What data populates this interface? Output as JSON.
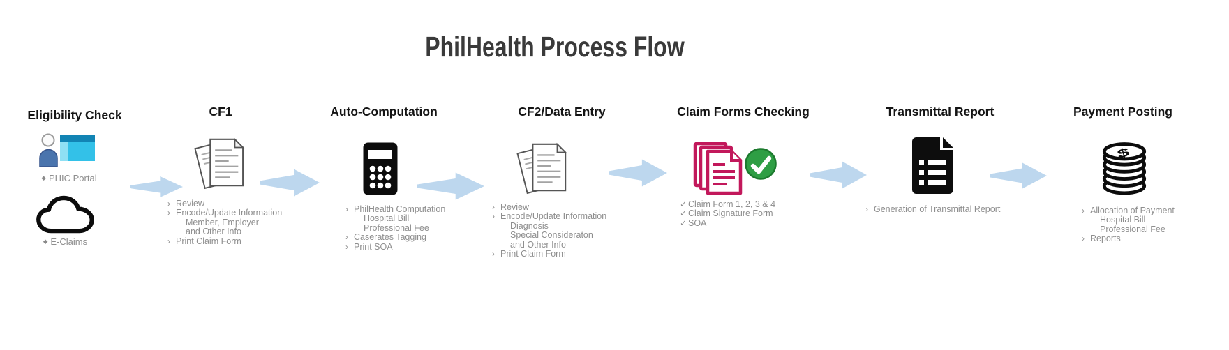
{
  "title": "PhilHealth Process Flow",
  "colors": {
    "arrow_blue": "#BDD7EE",
    "claim_form_pink": "#C2185B",
    "check_green": "#2E9E44",
    "person_blue": "#4A74AD",
    "browser_cyan": "#33C1E8",
    "browser_bar_blue": "#1284B4",
    "list_text_gray": "#8E8E8E",
    "heading_black": "#141414",
    "title_gray": "#3A3A3A"
  },
  "stages": [
    {
      "heading": "Eligibility Check",
      "icons": [
        "phic-portal-icon",
        "e-claims-cloud-icon"
      ],
      "items": [
        {
          "marker": "◆",
          "text": "PHIC Portal"
        },
        {
          "marker": "◆",
          "text": "E-Claims"
        }
      ]
    },
    {
      "heading": "CF1",
      "icons": [
        "documents-icon"
      ],
      "items": [
        {
          "marker": "›",
          "text": "Review"
        },
        {
          "marker": "›",
          "text": "Encode/Update Information"
        },
        {
          "marker": "",
          "text": "Member, Employer"
        },
        {
          "marker": "",
          "text": "and Other Info"
        },
        {
          "marker": "›",
          "text": "Print Claim Form"
        }
      ]
    },
    {
      "heading": "Auto-Computation",
      "icons": [
        "calculator-icon"
      ],
      "items": [
        {
          "marker": "›",
          "text": "PhilHealth Computation"
        },
        {
          "marker": "",
          "text": "Hospital Bill"
        },
        {
          "marker": "",
          "text": "Professional Fee"
        },
        {
          "marker": "›",
          "text": "Caserates Tagging"
        },
        {
          "marker": "›",
          "text": "Print SOA"
        }
      ]
    },
    {
      "heading": "CF2/Data Entry",
      "icons": [
        "documents-icon"
      ],
      "items": [
        {
          "marker": "›",
          "text": "Review"
        },
        {
          "marker": "›",
          "text": "Encode/Update Information"
        },
        {
          "marker": "",
          "text": "Diagnosis"
        },
        {
          "marker": "",
          "text": "Special Consideraton"
        },
        {
          "marker": "",
          "text": "and Other Info"
        },
        {
          "marker": "›",
          "text": "Print Claim Form"
        }
      ]
    },
    {
      "heading": "Claim Forms Checking",
      "icons": [
        "claim-forms-stack-icon",
        "check-badge-icon"
      ],
      "items": [
        {
          "marker": "✓",
          "text": "Claim Form 1, 2, 3 & 4"
        },
        {
          "marker": "✓",
          "text": "Claim Signature Form"
        },
        {
          "marker": "✓",
          "text": "SOA"
        }
      ]
    },
    {
      "heading": "Transmittal Report",
      "icons": [
        "transmittal-report-icon"
      ],
      "items": [
        {
          "marker": "›",
          "text": "Generation of Transmittal Report"
        }
      ]
    },
    {
      "heading": "Payment Posting",
      "icons": [
        "coin-stack-icon"
      ],
      "items": [
        {
          "marker": "›",
          "text": "Allocation of Payment"
        },
        {
          "marker": "",
          "text": "Hospital Bill"
        },
        {
          "marker": "",
          "text": "Professional Fee"
        },
        {
          "marker": "›",
          "text": "Reports"
        }
      ]
    }
  ]
}
